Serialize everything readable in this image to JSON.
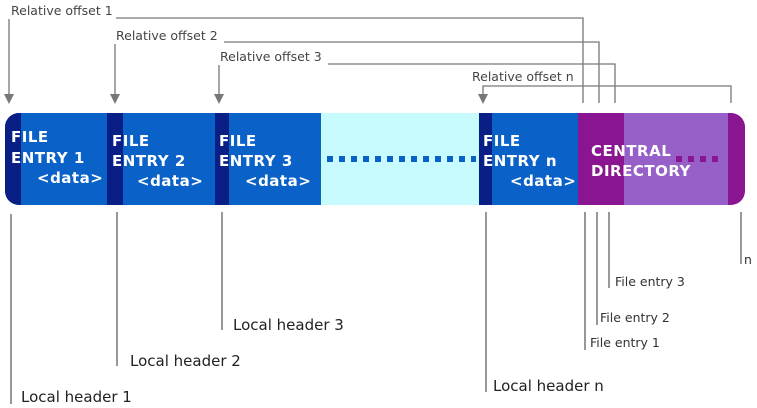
{
  "colors": {
    "bar_blue": "#0a62c8",
    "header_stripe": "#0a1f86",
    "gap_fill": "#c8fbfd",
    "gap_dots": "#0a62c8",
    "central_dark": "#8a1591",
    "central_light": "#9660c8",
    "line": "#555555",
    "arrow": "#777777"
  },
  "offsets": [
    {
      "label": "Relative offset 1"
    },
    {
      "label": "Relative offset 2"
    },
    {
      "label": "Relative offset 3"
    },
    {
      "label": "Relative offset n"
    }
  ],
  "file_entries": [
    {
      "line1": "FILE",
      "line2": "ENTRY 1",
      "data": "<data>"
    },
    {
      "line1": "FILE",
      "line2": "ENTRY 2",
      "data": "<data>"
    },
    {
      "line1": "FILE",
      "line2": "ENTRY 3",
      "data": "<data>"
    },
    {
      "line1": "FILE",
      "line2": "ENTRY n",
      "data": "<data>"
    }
  ],
  "central_directory": {
    "line1": "CENTRAL",
    "line2": "DIRECTORY"
  },
  "local_headers": [
    {
      "label": "Local header 1"
    },
    {
      "label": "Local header 2"
    },
    {
      "label": "Local header 3"
    },
    {
      "label": "Local header n"
    }
  ],
  "central_entries": [
    {
      "label": "File entry 1"
    },
    {
      "label": "File entry 2"
    },
    {
      "label": "File entry 3"
    },
    {
      "label": "n"
    }
  ]
}
